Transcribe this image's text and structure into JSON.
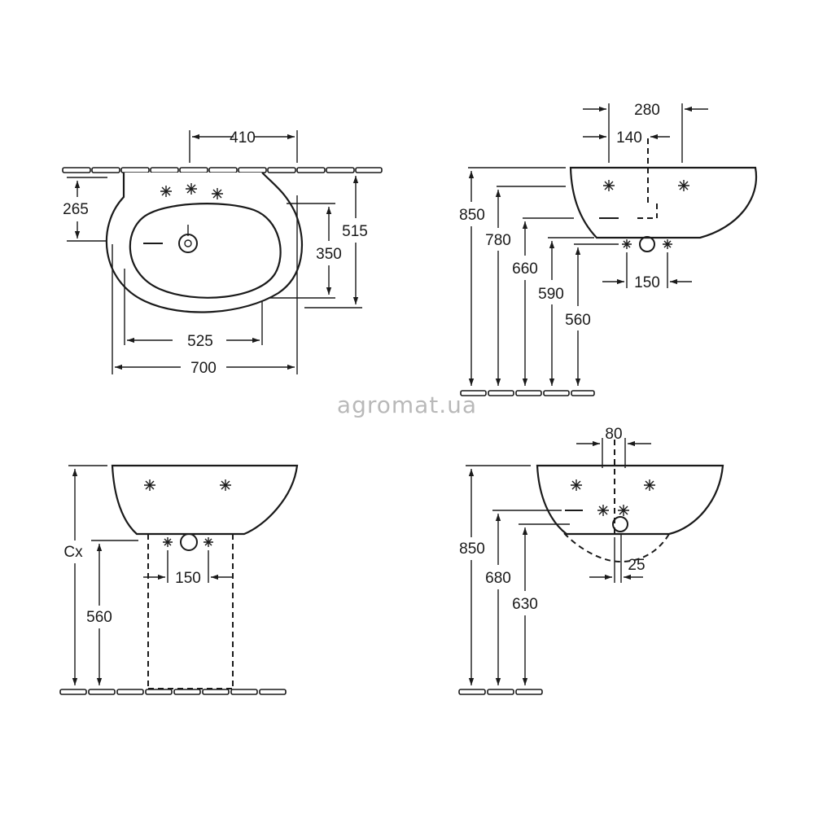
{
  "watermark": "agromat.ua",
  "top_view": {
    "width_label": "700",
    "inner_width_label": "525",
    "tap_span_label": "410",
    "depth_label": "515",
    "inner_depth_label": "350",
    "tap_to_wall_label": "265"
  },
  "side_view": {
    "top_width_label": "280",
    "hole_offset_label": "140",
    "waste_spacing_label": "150",
    "height_rim_label": "850",
    "height_780_label": "780",
    "height_660_label": "660",
    "height_590_label": "590",
    "height_560_label": "560"
  },
  "front_pedestal_view": {
    "height_label": "Cx",
    "waste_height_label": "560",
    "waste_spacing_label": "150"
  },
  "side_semi_pedestal_view": {
    "top_offset_label": "80",
    "waste_offset_label": "25",
    "height_rim_label": "850",
    "height_680_label": "680",
    "height_630_label": "630"
  }
}
